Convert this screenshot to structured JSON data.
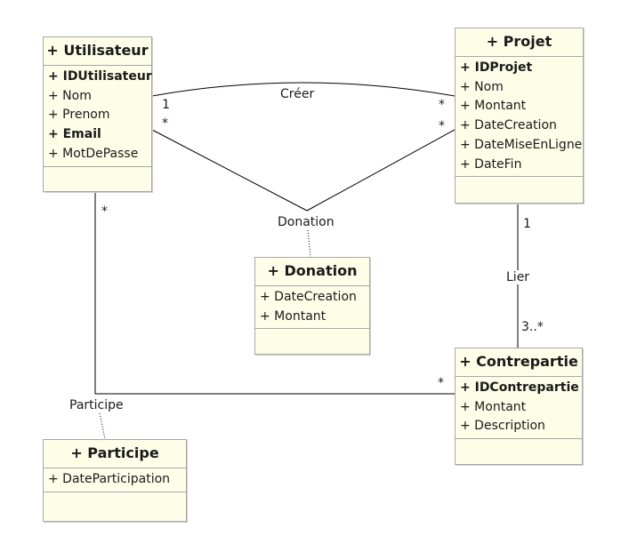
{
  "classes": {
    "utilisateur": {
      "name": "+ Utilisateur",
      "attributes": [
        {
          "text": "+ IDUtilisateur",
          "key": true
        },
        {
          "text": "+ Nom",
          "key": false
        },
        {
          "text": "+ Prenom",
          "key": false
        },
        {
          "text": "+ Email",
          "key": true
        },
        {
          "text": "+ MotDePasse",
          "key": false
        }
      ]
    },
    "projet": {
      "name": "+ Projet",
      "attributes": [
        {
          "text": "+ IDProjet",
          "key": true
        },
        {
          "text": "+ Nom",
          "key": false
        },
        {
          "text": "+ Montant",
          "key": false
        },
        {
          "text": "+ DateCreation",
          "key": false
        },
        {
          "text": "+ DateMiseEnLigne",
          "key": false
        },
        {
          "text": "+ DateFin",
          "key": false
        }
      ]
    },
    "donation": {
      "name": "+ Donation",
      "attributes": [
        {
          "text": "+ DateCreation",
          "key": false
        },
        {
          "text": "+ Montant",
          "key": false
        }
      ]
    },
    "contrepartie": {
      "name": "+ Contrepartie",
      "attributes": [
        {
          "text": "+ IDContrepartie",
          "key": true
        },
        {
          "text": "+ Montant",
          "key": false
        },
        {
          "text": "+ Description",
          "key": false
        }
      ]
    },
    "participe": {
      "name": "+ Participe",
      "attributes": [
        {
          "text": "+ DateParticipation",
          "key": false
        }
      ]
    }
  },
  "associations": {
    "creer": {
      "label": "Créer",
      "mult_utilisateur": "1",
      "mult_projet": "*"
    },
    "donation": {
      "label": "Donation",
      "mult_utilisateur": "*",
      "mult_projet": "*"
    },
    "lier": {
      "label": "Lier",
      "mult_projet": "1",
      "mult_contrepartie": "3..*"
    },
    "participe": {
      "label": "Participe",
      "mult_utilisateur": "*",
      "mult_contrepartie": "*"
    }
  }
}
